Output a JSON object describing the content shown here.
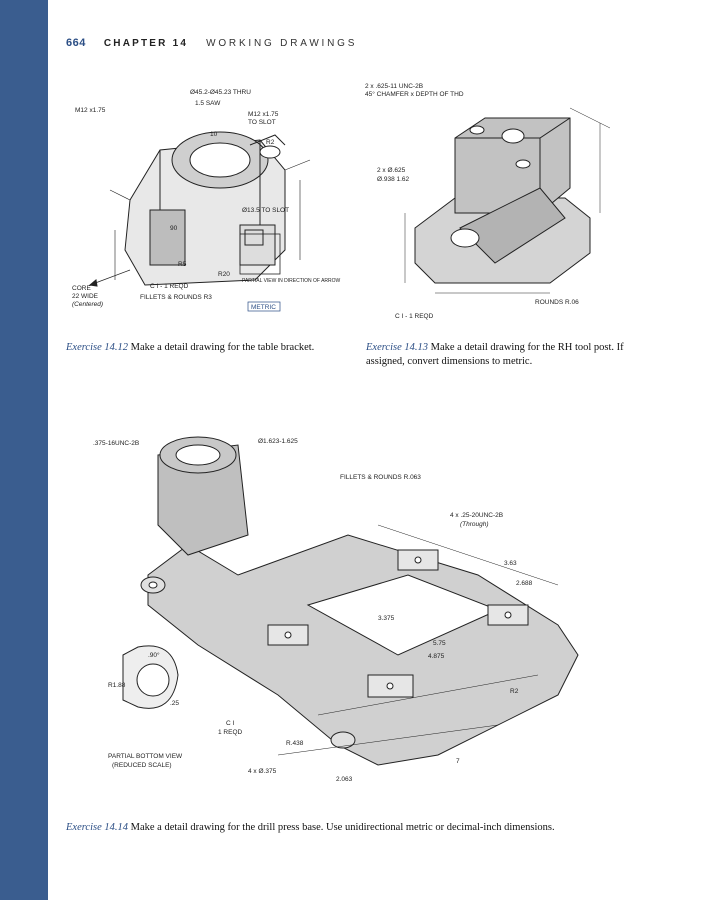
{
  "header": {
    "page_number": "664",
    "chapter": "CHAPTER 14",
    "running_title": "WORKING DRAWINGS"
  },
  "figures": {
    "table_bracket": {
      "notes": [
        "Ø45.2-Ø45.23 THRU",
        "1.5 SAW",
        "M12 x1.75",
        "TO SLOT",
        "M12 x1.75",
        "Ø13.5 TO SLOT",
        "CORE",
        "22 WIDE",
        "(Centered)",
        "C I - 1 REQD",
        "FILLETS & ROUNDS R3",
        "PARTIAL VIEW IN DIRECTION OF ARROW",
        "METRIC",
        "R20",
        "R2",
        "90",
        "R5",
        "10"
      ]
    },
    "tool_post": {
      "notes": [
        "2 x .625-11 UNC-2B",
        "45° CHAMFER x DEPTH OF THD",
        "2 x Ø.625",
        "Ø.938 1.62",
        "ROUNDS R.06",
        "C I - 1 REQD"
      ]
    },
    "drill_press_base": {
      "notes": [
        ".375-16UNC-2B",
        "Ø1.623-1.625",
        "FILLETS & ROUNDS R.063",
        "4 x .25-20UNC-2B",
        "(Through)",
        "R1.88",
        "C I",
        "1 REQD",
        "PARTIAL BOTTOM VIEW",
        "(REDUCED SCALE)",
        "4 x Ø.375",
        "R.438",
        "R2",
        "7",
        "5.75",
        "4.875",
        "3.375",
        "2.688",
        "3.63",
        "2.063",
        ".90°",
        ".25"
      ]
    }
  },
  "captions": {
    "ex_14_12": {
      "label": "Exercise 14.12",
      "text": "Make a detail drawing for the table bracket."
    },
    "ex_14_13": {
      "label": "Exercise 14.13",
      "text": "Make a detail drawing for the RH tool post. If assigned, convert dimensions to metric."
    },
    "ex_14_14": {
      "label": "Exercise 14.14",
      "text": "Make a detail drawing for the drill press base. Use unidirectional metric or decimal-inch dimensions."
    }
  },
  "colors": {
    "spine": "#3a5d8f",
    "accent": "#2b4e85",
    "ink": "#222222"
  }
}
